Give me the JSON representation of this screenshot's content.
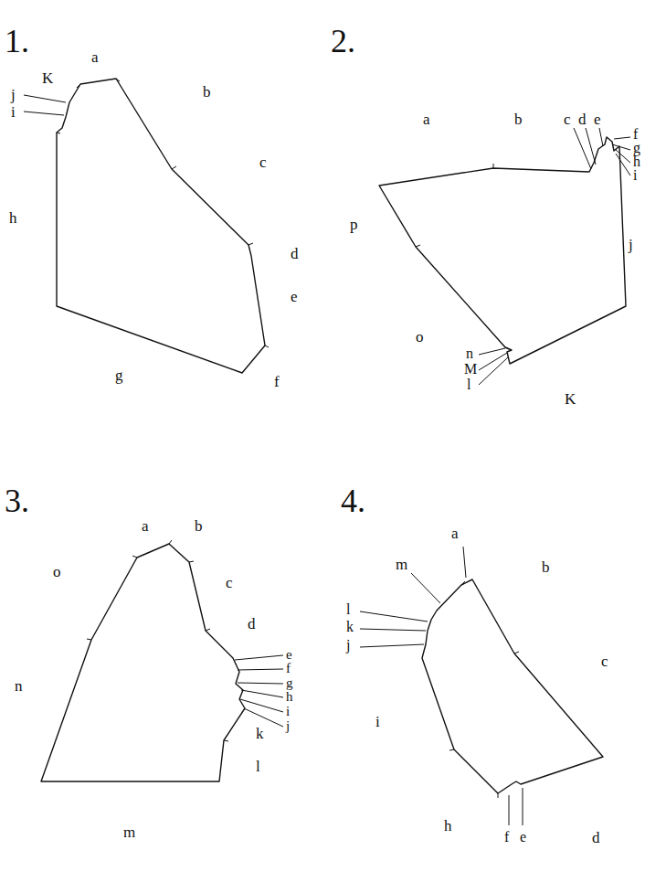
{
  "diagram": {
    "labels": [
      "1.",
      "K",
      "a",
      "b",
      "j",
      "i",
      "c",
      "h",
      "d",
      "e",
      "g",
      "f",
      "2.",
      "a",
      "b",
      "c",
      "d",
      "e",
      "f",
      "g",
      "h",
      "i",
      "p",
      "j",
      "o",
      "n",
      "M",
      "l",
      "K",
      "3.",
      "a",
      "b",
      "o",
      "c",
      "d",
      "e",
      "f",
      "g",
      "h",
      "i",
      "j",
      "n",
      "k",
      "l",
      "m",
      "4.",
      "a",
      "m",
      "b",
      "l",
      "k",
      "j",
      "c",
      "i",
      "h",
      "f",
      "e",
      "d"
    ]
  }
}
